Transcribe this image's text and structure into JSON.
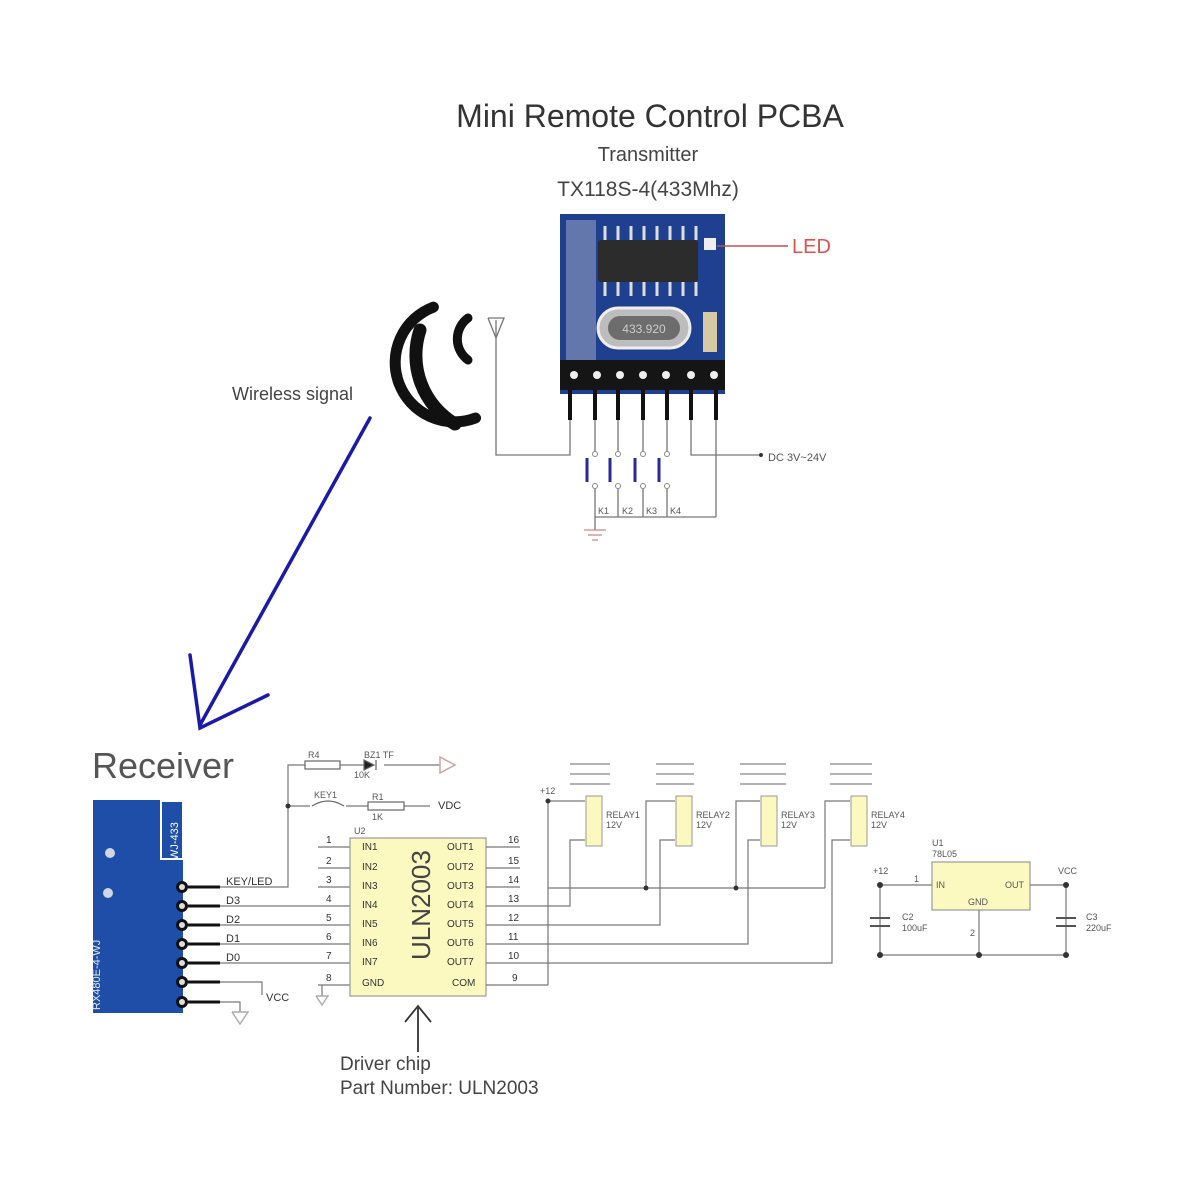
{
  "header": {
    "title": "Mini Remote Control PCBA",
    "subtitle": "Transmitter",
    "model": "TX118S-4(433Mhz)"
  },
  "transmitter": {
    "led_label": "LED",
    "power_label": "DC 3V~24V",
    "key_labels": [
      "K1",
      "K2",
      "K3",
      "K4"
    ],
    "crystal_text": "433.920",
    "board_color": "#1f3f8f"
  },
  "signal": {
    "label": "Wireless signal",
    "arrow_color": "#1a1aa8"
  },
  "receiver": {
    "label": "Receiver",
    "module_text": "RX480E-4-WJ",
    "module_tag": "WJ-433",
    "board_color": "#1f4ea8",
    "pins": [
      {
        "label": "KEY/LED"
      },
      {
        "label": "D3"
      },
      {
        "label": "D2"
      },
      {
        "label": "D1"
      },
      {
        "label": "D0"
      },
      {
        "label": "VCC"
      },
      {
        "label": "GND"
      }
    ],
    "top_branch": {
      "resistor": "R4",
      "resistor_value": "10K",
      "led": "BZ1 TF",
      "switch": "KEY1",
      "resistor2": "R1",
      "resistor2_value": "1K",
      "vcc": "VDC"
    }
  },
  "driver": {
    "ref": "U2",
    "name": "ULN2003",
    "left_pins": [
      {
        "num": "1",
        "label": "IN1"
      },
      {
        "num": "2",
        "label": "IN2"
      },
      {
        "num": "3",
        "label": "IN3"
      },
      {
        "num": "4",
        "label": "IN4"
      },
      {
        "num": "5",
        "label": "IN5"
      },
      {
        "num": "6",
        "label": "IN6"
      },
      {
        "num": "7",
        "label": "IN7"
      },
      {
        "num": "8",
        "label": "GND"
      }
    ],
    "right_pins": [
      {
        "num": "16",
        "label": "OUT1"
      },
      {
        "num": "15",
        "label": "OUT2"
      },
      {
        "num": "14",
        "label": "OUT3"
      },
      {
        "num": "13",
        "label": "OUT4"
      },
      {
        "num": "12",
        "label": "OUT5"
      },
      {
        "num": "11",
        "label": "OUT6"
      },
      {
        "num": "10",
        "label": "OUT7"
      },
      {
        "num": "9",
        "label": "COM"
      }
    ],
    "callout_line1": "Driver chip",
    "callout_line2": "Part Number: ULN2003",
    "fill_color": "#fbf9c0"
  },
  "relays": {
    "supply": "+12",
    "items": [
      {
        "name": "RELAY1",
        "voltage": "12V"
      },
      {
        "name": "RELAY2",
        "voltage": "12V"
      },
      {
        "name": "RELAY3",
        "voltage": "12V"
      },
      {
        "name": "RELAY4",
        "voltage": "12V"
      }
    ]
  },
  "regulator": {
    "ref": "U1",
    "part": "78L05",
    "pin_in": "IN",
    "pin_out": "OUT",
    "pin_gnd": "GND",
    "pin1": "1",
    "pin2": "2",
    "input_net": "+12",
    "output_net": "VCC",
    "c_in_ref": "C2",
    "c_in_value": "100uF",
    "c_out_ref": "C3",
    "c_out_value": "220uF"
  }
}
